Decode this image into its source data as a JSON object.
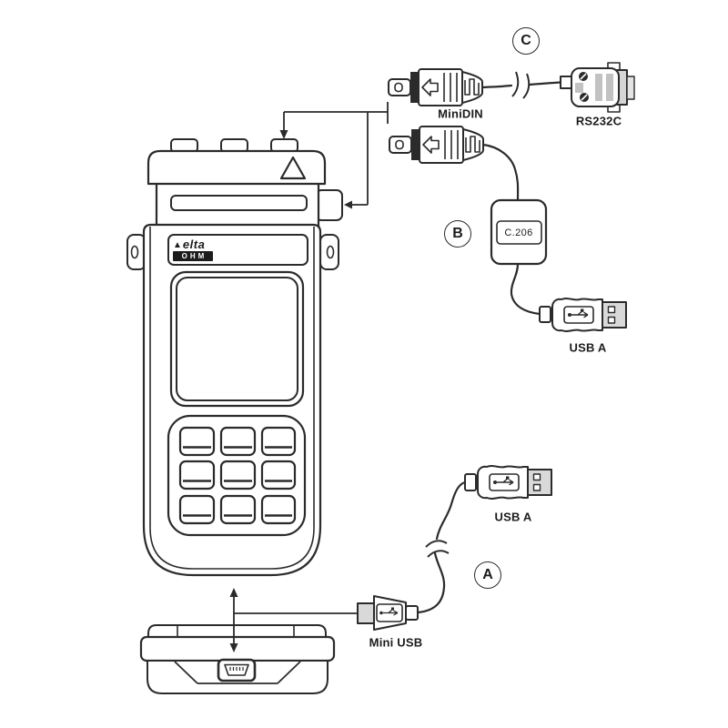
{
  "diagram": {
    "options": {
      "a": "A",
      "b": "B",
      "c": "C"
    },
    "labels": {
      "minidin": "MiniDIN",
      "rs232c": "RS232C",
      "usb_a_top": "USB A",
      "usb_a_bottom": "USB A",
      "mini_usb": "Mini USB",
      "adapter_model": "C.206"
    },
    "logo": {
      "line1": "elta",
      "line2": "OHM"
    },
    "colors": {
      "line": "#2b2b2b",
      "metal_gray": "#d9d9d9",
      "bar_gray": "#c2c2c2",
      "background": "#ffffff"
    }
  }
}
